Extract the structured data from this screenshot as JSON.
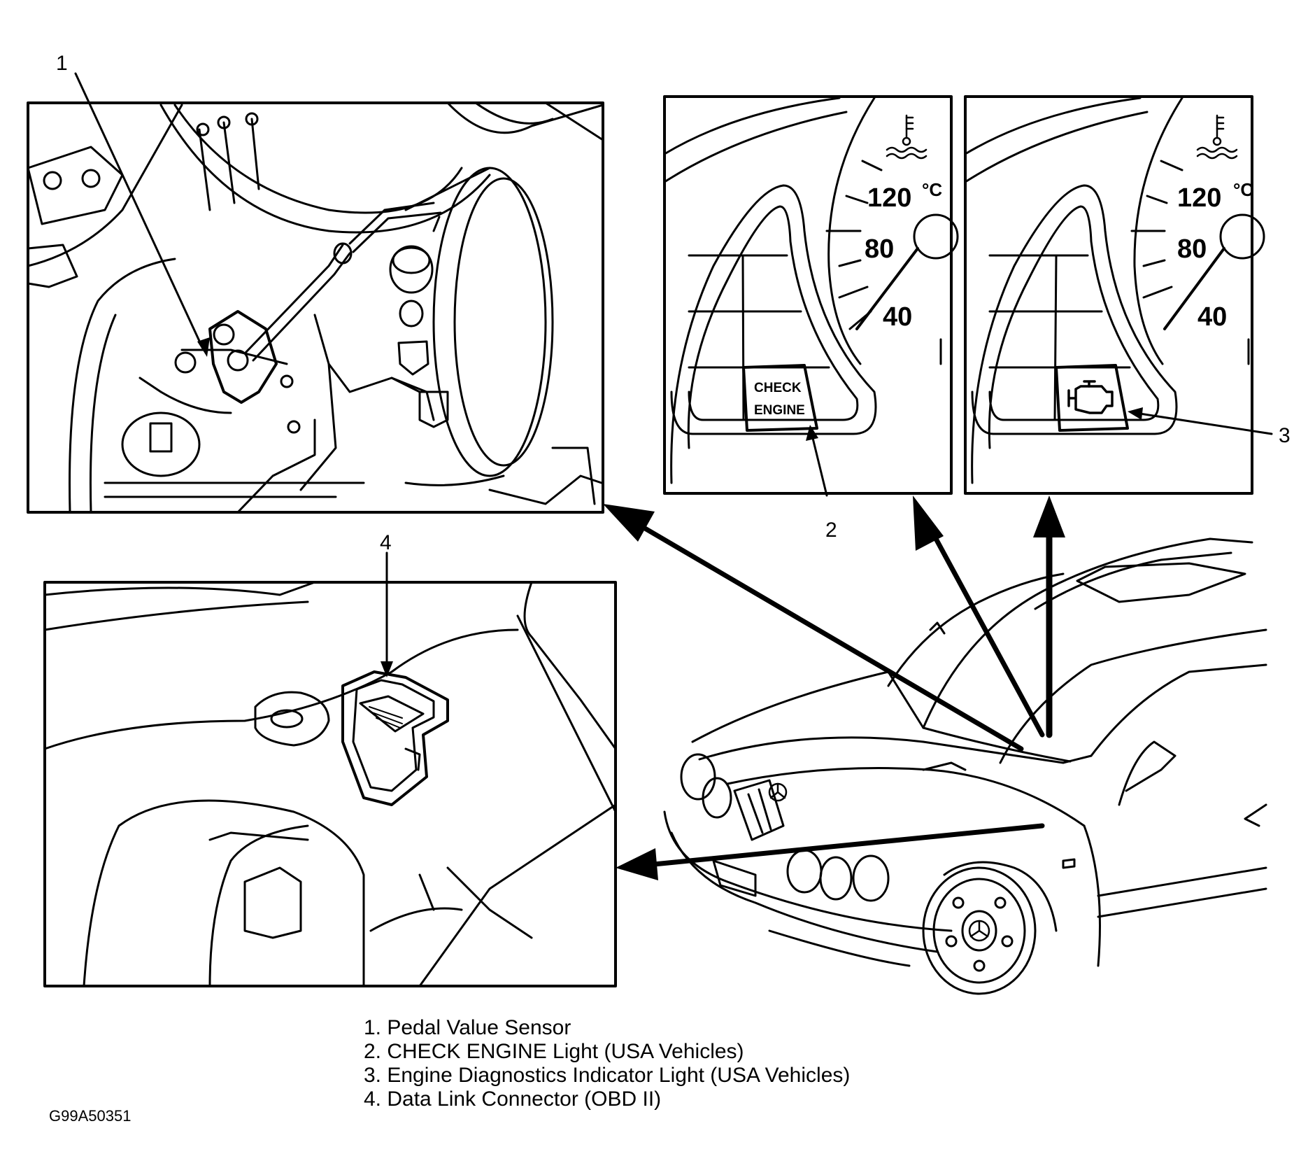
{
  "callouts": [
    "1",
    "2",
    "3",
    "4"
  ],
  "gauge": {
    "ticks": [
      "120",
      "80",
      "40"
    ],
    "unit": "°C"
  },
  "check_engine_label": [
    "CHECK",
    "ENGINE"
  ],
  "legend": [
    "1. Pedal Value Sensor",
    "2. CHECK ENGINE Light (USA Vehicles)",
    "3. Engine Diagnostics Indicator Light (USA Vehicles)",
    "4. Data Link Connector (OBD II)"
  ],
  "figure_id": "G99A50351",
  "icons": [
    "coolant-temperature-icon",
    "engine-check-icon",
    "mercedes-star-logo"
  ]
}
